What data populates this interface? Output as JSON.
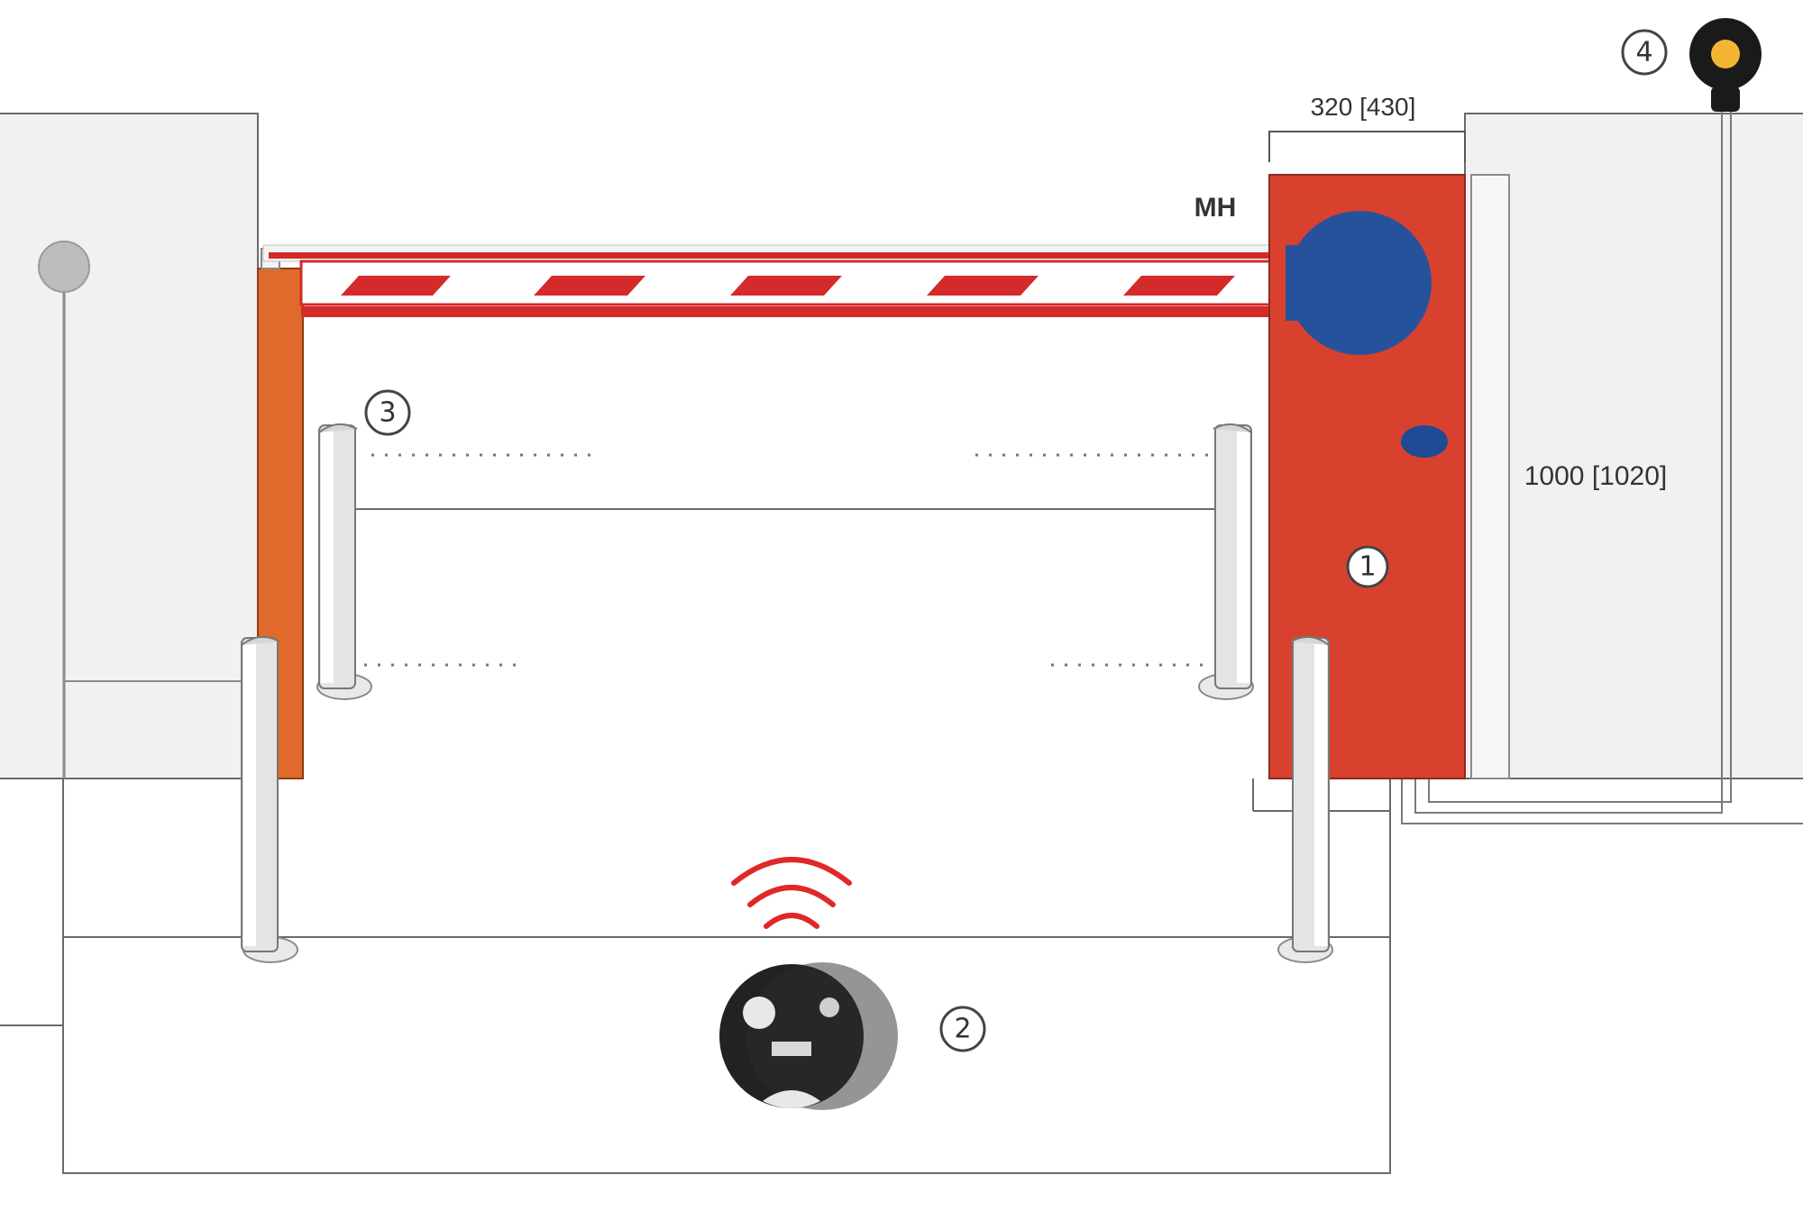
{
  "diagram": {
    "callouts": {
      "barrier_unit": "1",
      "remote_control": "2",
      "photocells": "3",
      "flashing_lamp": "4"
    },
    "dimensions": {
      "cabinet_width": "320 [430]",
      "cabinet_height": "1000 [1020]",
      "arm_height": "MH"
    },
    "colors": {
      "cabinet": "#d9412f",
      "support_post": "#e06a2b",
      "arm_stripe": "#d42a2a",
      "motor_hub": "#26529c",
      "signal_waves": "#e02828",
      "lamp_light": "#f2b632",
      "wall": "#f1f1f1",
      "outline": "#6a6a6a"
    },
    "icons": [
      "flashing-lamp-icon",
      "remote-control-icon",
      "signal-waves-icon",
      "photocell-icon"
    ]
  }
}
